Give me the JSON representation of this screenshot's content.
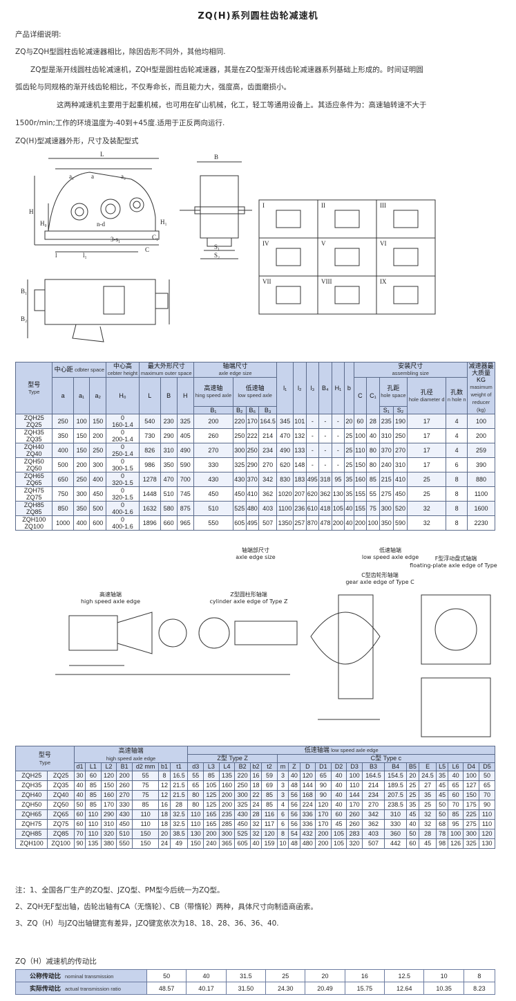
{
  "title": "ZQ(H)系列圆柱齿轮减速机",
  "intro": {
    "heading": "产品详细说明:",
    "line1": "ZQ与ZQH型圆柱齿轮减速器相比，除因齿形不同外，其他均相同.",
    "line2": "ZQ型是渐开线圆柱齿轮减速机，ZQH型是圆柱齿轮减速器，其是在ZQ型渐开线齿轮减速器系列基础上形成的。时间证明圆",
    "line3": "弧齿轮与同规格的渐开线齿轮相比，不仅寿命长，而且能力大，强度高，齿面磨损小。",
    "line4": "这两种减速机主要用于起重机械，也可用在矿山机械，化工，轻工等通用设备上。其适应条件为：高速轴转速不大于",
    "line5": "1500r/min;工作的环境温度为-40到+45度.适用于正反两向运行.",
    "line6": "ZQ(H)型减速器外形，尺寸及装配型式"
  },
  "drawing1": {
    "labels": [
      "L",
      "a",
      "a₂",
      "a₁",
      "B",
      "H",
      "H₀",
      "H₁",
      "n-d",
      "3-s₁",
      "C",
      "C₁",
      "l₁",
      "l",
      "S₁",
      "S₂",
      "B₁",
      "B₂"
    ],
    "mounts": [
      "I",
      "II",
      "III",
      "IV",
      "V",
      "VI",
      "VII",
      "VIII",
      "IX"
    ]
  },
  "table1": {
    "head": {
      "model": "型号",
      "model_en": "Type",
      "center": "中心距",
      "center_en": "cdbter space",
      "height": "中心高",
      "height_en": "cebter height",
      "outer": "最大外形尺寸",
      "outer_en": "maximum outer space",
      "axle": "轴端尺寸",
      "axle_en": "axle edge size",
      "high": "高速轴",
      "high_en": "hing speed axle",
      "low": "低速轴",
      "low_en": "low speed axle",
      "install": "安装尺寸",
      "install_en": "assembling size",
      "hole_space": "孔距",
      "hole_space_en": "hole space",
      "hole_dia": "孔径",
      "hole_dia_en": "hole diameter d",
      "hole_num": "孔数",
      "hole_num_en": "n hole n",
      "weight": "减速器最大质量KG",
      "weight_en": "masimum weight of reducer (kg)",
      "cols": [
        "a",
        "a₁",
        "a₂",
        "H₀",
        "L",
        "B",
        "H",
        "B₁",
        "B₂",
        "B₆",
        "B₃",
        "l₁",
        "l₂",
        "l₃",
        "B₄",
        "H₁",
        "b",
        "C",
        "C₁",
        "S₁",
        "S₂"
      ]
    },
    "rows": [
      [
        "ZQH25",
        "ZQ25",
        "250",
        "100",
        "150",
        "0",
        "160-1.4",
        "540",
        "230",
        "325",
        "200",
        "220",
        "170",
        "164.5",
        "345",
        "101",
        "-",
        "-",
        "-",
        "20",
        "60",
        "28",
        "235",
        "190",
        "17",
        "4",
        "100"
      ],
      [
        "ZQH35",
        "ZQ35",
        "350",
        "150",
        "200",
        "0",
        "200-1.4",
        "730",
        "290",
        "405",
        "260",
        "250",
        "222",
        "214",
        "470",
        "132",
        "-",
        "-",
        "-",
        "25",
        "100",
        "40",
        "310",
        "250",
        "17",
        "4",
        "200"
      ],
      [
        "ZQH40",
        "ZQ40",
        "400",
        "150",
        "250",
        "0",
        "250-1.4",
        "826",
        "310",
        "490",
        "270",
        "300",
        "250",
        "234",
        "490",
        "133",
        "-",
        "-",
        "-",
        "25",
        "110",
        "80",
        "370",
        "270",
        "17",
        "4",
        "259"
      ],
      [
        "ZQH50",
        "ZQ50",
        "500",
        "200",
        "300",
        "0",
        "300-1.5",
        "986",
        "350",
        "590",
        "330",
        "325",
        "290",
        "270",
        "620",
        "148",
        "-",
        "-",
        "-",
        "25",
        "150",
        "80",
        "240",
        "310",
        "17",
        "6",
        "390"
      ],
      [
        "ZQH65",
        "ZQ65",
        "650",
        "250",
        "400",
        "0",
        "320-1.5",
        "1278",
        "470",
        "700",
        "430",
        "430",
        "370",
        "342",
        "830",
        "183",
        "495",
        "318",
        "95",
        "35",
        "160",
        "85",
        "215",
        "410",
        "25",
        "8",
        "880"
      ],
      [
        "ZQH75",
        "ZQ75",
        "750",
        "300",
        "450",
        "0",
        "320-1.5",
        "1448",
        "510",
        "745",
        "450",
        "450",
        "410",
        "362",
        "1020",
        "207",
        "620",
        "362",
        "130",
        "35",
        "155",
        "55",
        "275",
        "450",
        "25",
        "8",
        "1100"
      ],
      [
        "ZQH85",
        "ZQ85",
        "850",
        "350",
        "500",
        "0",
        "400-1.6",
        "1632",
        "580",
        "875",
        "510",
        "525",
        "480",
        "403",
        "1100",
        "236",
        "610",
        "418",
        "105",
        "40",
        "155",
        "75",
        "300",
        "520",
        "32",
        "8",
        "1600"
      ],
      [
        "ZQH100",
        "ZQ100",
        "1000",
        "400",
        "600",
        "0",
        "400-1.6",
        "1896",
        "660",
        "965",
        "550",
        "605",
        "495",
        "507",
        "1350",
        "257",
        "870",
        "478",
        "200",
        "40",
        "200",
        "100",
        "350",
        "590",
        "32",
        "8",
        "2230"
      ]
    ]
  },
  "drawing2": {
    "title": "轴端部尺寸",
    "title_en": "axle edge size",
    "high_label": "高速轴端",
    "high_label_en": "high speed axle edge",
    "z_label": "Z型圆柱形轴端",
    "z_label_en": "cylinder axle edge of Type Z",
    "low_label": "低速轴端",
    "low_label_en": "low speed axle edge",
    "c_label": "C型齿轮形轴端",
    "c_label_en": "gear axle edge of Type C",
    "f_label": "F型浮动盘式轴端",
    "f_label_en": "floating-plate axle edge of Type F"
  },
  "table2": {
    "head": {
      "model": "型号",
      "model_en": "Type",
      "high": "高速轴端",
      "high_en": "high speed axle edge",
      "low": "低速轴端",
      "low_en": "low speed axle edge",
      "z": "Z型 Type  Z",
      "c": "C型 Type  c",
      "cols": [
        "d1",
        "L1",
        "L2",
        "B1",
        "d2 mm",
        "b1",
        "t1",
        "d3",
        "L3",
        "L4",
        "B2",
        "b2",
        "t2",
        "m",
        "Z",
        "D",
        "D1",
        "D2",
        "D3",
        "B3",
        "B4",
        "B5",
        "E",
        "L5",
        "L6",
        "D4",
        "D5"
      ]
    },
    "rows": [
      [
        "ZQH25",
        "ZQ25",
        "30",
        "60",
        "120",
        "200",
        "55",
        "8",
        "16.5",
        "55",
        "85",
        "135",
        "220",
        "16",
        "59",
        "3",
        "40",
        "120",
        "65",
        "40",
        "100",
        "164.5",
        "154.5",
        "20",
        "24.5",
        "35",
        "40",
        "100",
        "50"
      ],
      [
        "ZQH35",
        "ZQ35",
        "40",
        "85",
        "150",
        "260",
        "75",
        "12",
        "21.5",
        "65",
        "105",
        "160",
        "250",
        "18",
        "69",
        "3",
        "48",
        "144",
        "90",
        "40",
        "110",
        "214",
        "189.5",
        "25",
        "27",
        "45",
        "65",
        "127",
        "65"
      ],
      [
        "ZQH40",
        "ZQ40",
        "40",
        "85",
        "160",
        "270",
        "75",
        "12",
        "21.5",
        "80",
        "125",
        "200",
        "300",
        "22",
        "85",
        "3",
        "56",
        "168",
        "90",
        "40",
        "144",
        "234",
        "207.5",
        "25",
        "35",
        "45",
        "60",
        "150",
        "70"
      ],
      [
        "ZQH50",
        "ZQ50",
        "50",
        "85",
        "170",
        "330",
        "85",
        "16",
        "28",
        "80",
        "125",
        "200",
        "325",
        "24",
        "85",
        "4",
        "56",
        "224",
        "120",
        "40",
        "170",
        "270",
        "238.5",
        "35",
        "25",
        "50",
        "70",
        "175",
        "90"
      ],
      [
        "ZQH65",
        "ZQ65",
        "60",
        "110",
        "290",
        "430",
        "110",
        "18",
        "32.5",
        "110",
        "165",
        "235",
        "430",
        "28",
        "116",
        "6",
        "56",
        "336",
        "170",
        "60",
        "260",
        "342",
        "310",
        "45",
        "32",
        "50",
        "85",
        "225",
        "110"
      ],
      [
        "ZQH75",
        "ZQ75",
        "60",
        "110",
        "310",
        "450",
        "110",
        "18",
        "32.5",
        "110",
        "165",
        "285",
        "450",
        "32",
        "117",
        "6",
        "56",
        "336",
        "170",
        "45",
        "260",
        "362",
        "330",
        "40",
        "32",
        "68",
        "95",
        "275",
        "110"
      ],
      [
        "ZQH85",
        "ZQ85",
        "70",
        "110",
        "320",
        "510",
        "150",
        "20",
        "38.5",
        "130",
        "200",
        "300",
        "525",
        "32",
        "120",
        "8",
        "54",
        "432",
        "200",
        "105",
        "283",
        "403",
        "360",
        "50",
        "28",
        "78",
        "100",
        "300",
        "120"
      ],
      [
        "ZQH100",
        "ZQ100",
        "90",
        "135",
        "380",
        "550",
        "150",
        "24",
        "49",
        "150",
        "240",
        "365",
        "605",
        "40",
        "159",
        "10",
        "48",
        "480",
        "200",
        "105",
        "320",
        "507",
        "442",
        "60",
        "45",
        "98",
        "126",
        "325",
        "130"
      ]
    ]
  },
  "notes": {
    "n1": "注：1、全国各厂生产的ZQ型、JZQ型、PM型今后统一为ZQ型。",
    "n2": "2、ZQH无F型出轴，齿轮出轴有CA（无惰轮）、CB（带惰轮）两种，具体尺寸向制造商函索。",
    "n3": "3、ZQ（H）与JZQ出轴键宽有差异，JZQ键宽依次为18、18、28、36、36、40.",
    "ratio_title": "ZQ（H）减速机的传动比"
  },
  "table3": {
    "nominal_cn": "公称传动比",
    "nominal_en": "nominal transmission",
    "actual_cn": "实际传动比",
    "actual_en": "actual transmission ratio",
    "nominal": [
      "50",
      "40",
      "31.5",
      "25",
      "20",
      "16",
      "12.5",
      "10",
      "8"
    ],
    "actual": [
      "48.57",
      "40.17",
      "31.50",
      "24.30",
      "20.49",
      "15.75",
      "12.64",
      "10.35",
      "8.23"
    ]
  }
}
